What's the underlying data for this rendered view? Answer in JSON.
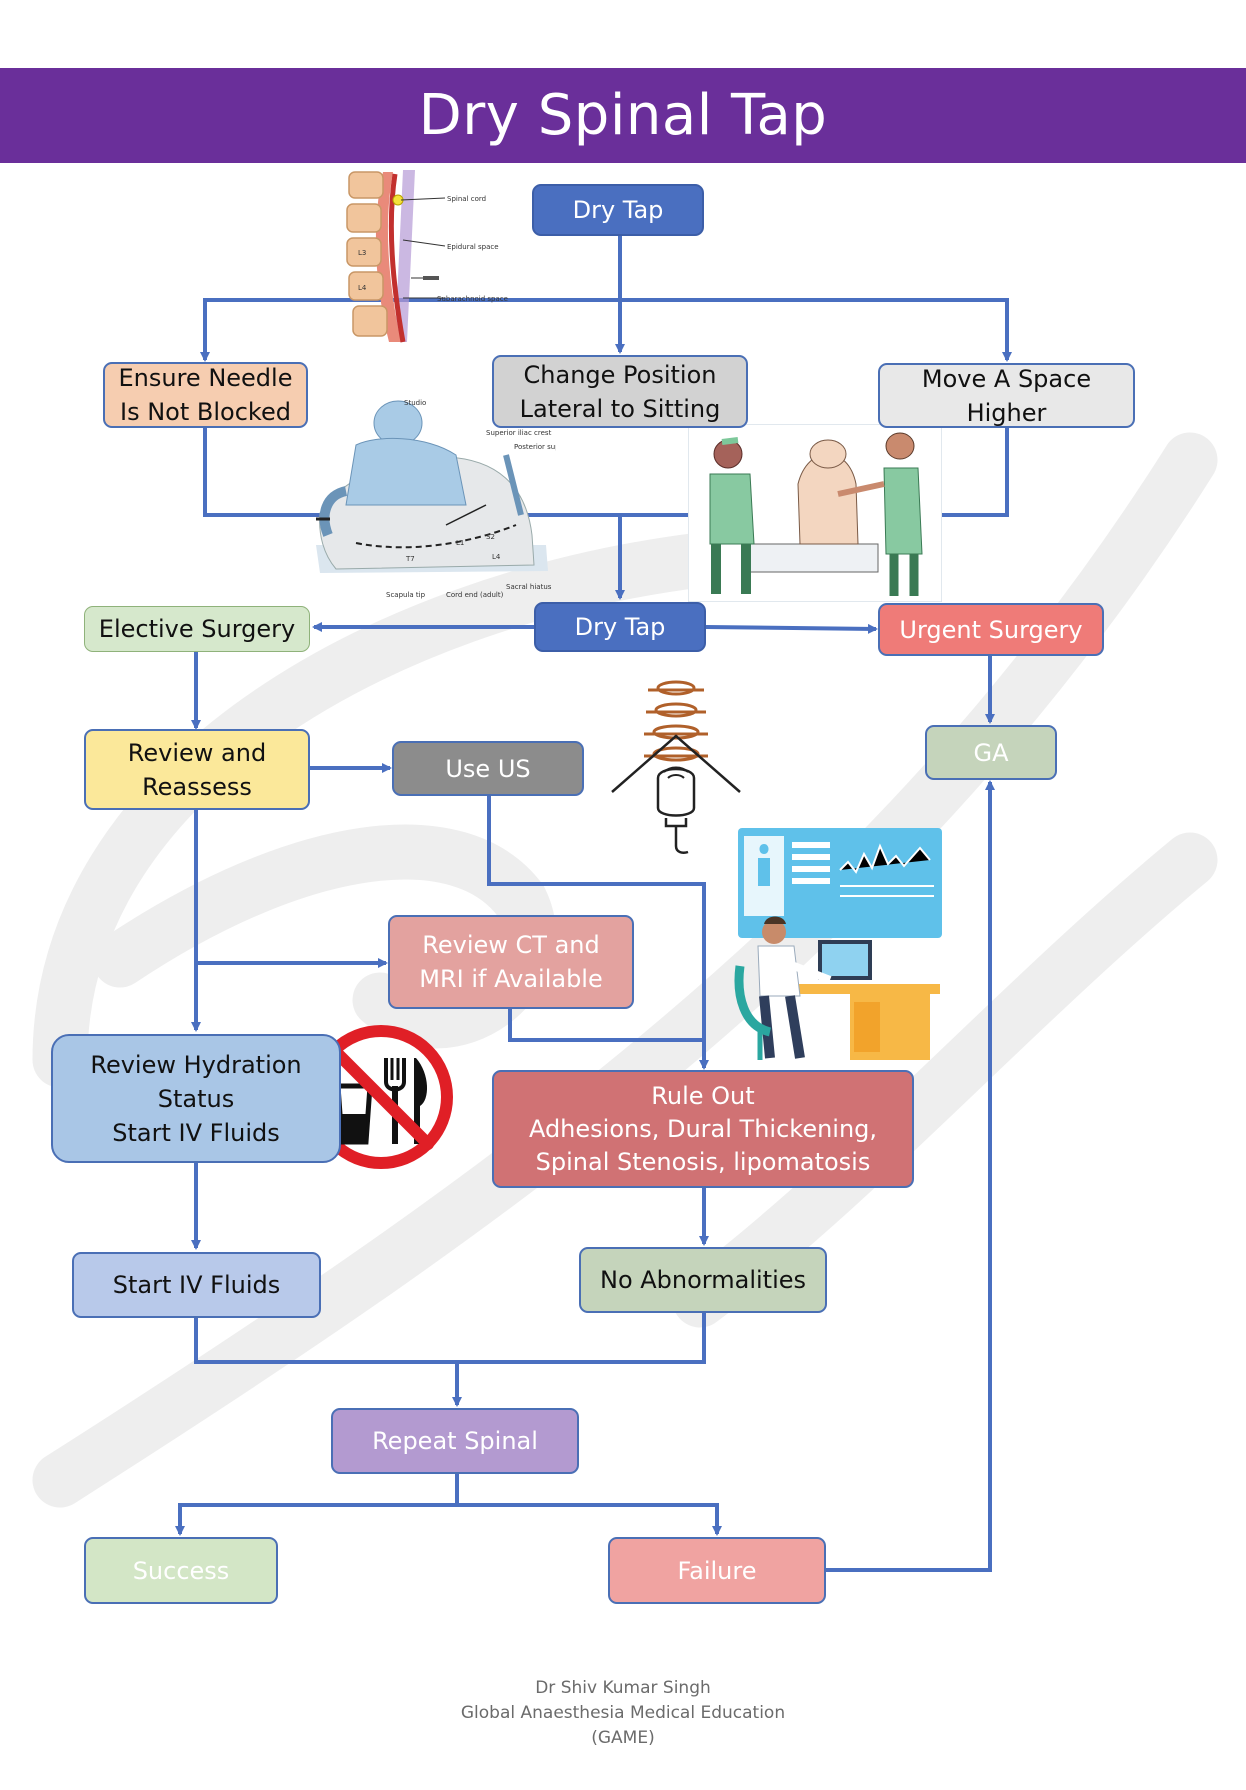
{
  "title": "Dry Spinal Tap",
  "nodes": {
    "dry_tap_top": "Dry Tap",
    "ensure_needle": "Ensure Needle\nIs Not Blocked",
    "change_position": "Change Position\nLateral to Sitting",
    "move_space": "Move A Space\nHigher",
    "dry_tap_mid": "Dry Tap",
    "elective_surgery": "Elective Surgery",
    "urgent_surgery": "Urgent Surgery",
    "review_reassess": "Review and\nReassess",
    "use_us": "Use US",
    "ga": "GA",
    "review_ct_mri": "Review CT and\nMRI if Available",
    "review_hydration": "Review Hydration\nStatus\nStart IV Fluids",
    "rule_out": "Rule Out\nAdhesions, Dural Thickening,\nSpinal Stenosis, lipomatosis",
    "start_iv_fluids": "Start IV Fluids",
    "no_abnormalities": "No Abnormalities",
    "repeat_spinal": "Repeat Spinal",
    "success": "Success",
    "failure": "Failure"
  },
  "spine_labels": {
    "spinal_cord": "Spinal cord",
    "epidural_space": "Epidural space",
    "subarachnoid_space": "Subarachnoid space",
    "l3": "L3",
    "l4": "L4"
  },
  "lateral_labels": {
    "superior_iliac_crest": "Superior iliac crest",
    "posterior_superior_iliac_spines": "Posterior superior iliac spines",
    "sacral_hiatus": "Sacral hiatus",
    "scapula_tip": "Scapula tip",
    "cord_end": "Cord end (adult)",
    "t7": "T7",
    "l1": "L1",
    "l4": "L4",
    "s2": "S2",
    "studio": "Studio"
  },
  "footer": {
    "line1": "Dr Shiv Kumar Singh",
    "line2": "Global Anaesthesia Medical Education",
    "line3": "(GAME)"
  },
  "colors": {
    "banner": "#6a2f9a",
    "arrow": "#4a6fc0",
    "dry_tap": "#4a6fc0",
    "peach": "#f6cdb0",
    "grey_light": "#d2d2d2",
    "grey_lighter": "#e8e8e8",
    "green_light": "#d6e8cc",
    "salmon": "#ef7b78",
    "yellow": "#fbe89a",
    "grey_dark": "#8c8c8c",
    "sage": "#c5d4bb",
    "pink": "#e3a29f",
    "blue_light": "#a9c6e6",
    "rose": "#d07274",
    "periwinkle": "#b8c9ea",
    "purple": "#b39ad0",
    "success": "#d3e6c6",
    "failure": "#f0a3a1"
  }
}
